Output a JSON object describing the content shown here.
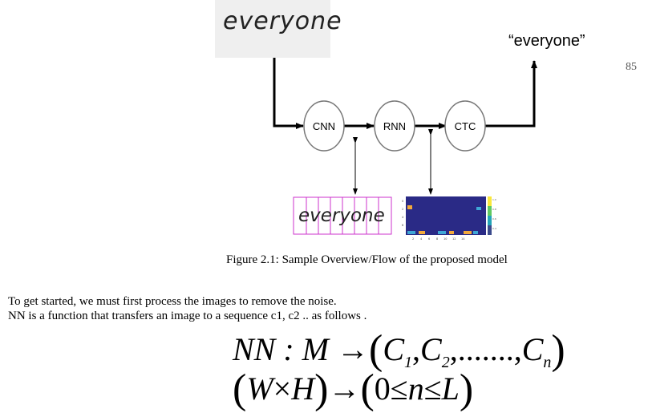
{
  "figure": {
    "input_word": "everyone",
    "segmented_word": "everyone",
    "output_label": "“everyone”",
    "nodes": [
      "CNN",
      "RNN",
      "CTC"
    ],
    "page_number": "85",
    "colors": {
      "heatmap_bg": "#2a2a86",
      "heatmap_cell_a": "#f2a93b",
      "heatmap_cell_b": "#3fa7d6",
      "segment_lines": "#cc33cc"
    }
  },
  "caption": "Figure 2.1: Sample Overview/Flow of the proposed model",
  "body": {
    "line1": "To get started, we must first process the images to remove the noise.",
    "line2": "NN is a function that transfers an image to a sequence  c1, c2 .. as follows ."
  },
  "equation1": {
    "lhs": "NN : M",
    "c1": "C",
    "s1": "1",
    "c2": "C",
    "s2": "2",
    "dots": ",.......,",
    "cn": "C",
    "sn": "n"
  },
  "equation2": {
    "w": "W",
    "times": "×",
    "h": "H",
    "zero": "0",
    "leq": "≤",
    "n": "n",
    "leq2": "≤",
    "L": "L"
  }
}
